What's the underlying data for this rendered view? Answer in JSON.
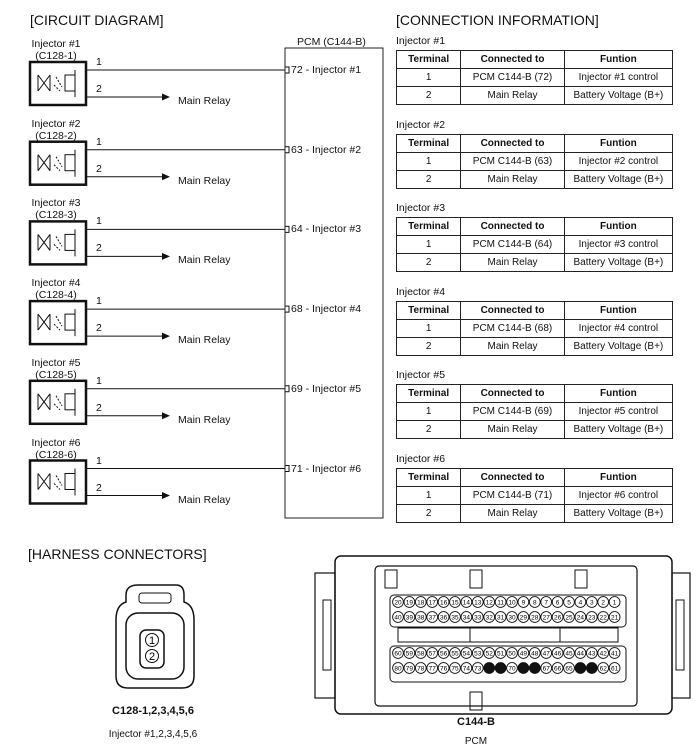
{
  "circuit": {
    "heading": "[CIRCUIT DIAGRAM]",
    "pcm_title": "PCM (C144-B)",
    "injectors": [
      {
        "name": "Injector #1",
        "connector": "(C128-1)",
        "pin1": "1",
        "pin2": "2",
        "relay": "Main Relay",
        "pcm_label": "72 - Injector #1"
      },
      {
        "name": "Injector #2",
        "connector": "(C128-2)",
        "pin1": "1",
        "pin2": "2",
        "relay": "Main Relay",
        "pcm_label": "63 - Injector #2"
      },
      {
        "name": "Injector #3",
        "connector": "(C128-3)",
        "pin1": "1",
        "pin2": "2",
        "relay": "Main Relay",
        "pcm_label": "64 - Injector #3"
      },
      {
        "name": "Injector #4",
        "connector": "(C128-4)",
        "pin1": "1",
        "pin2": "2",
        "relay": "Main Relay",
        "pcm_label": "68 - Injector #4"
      },
      {
        "name": "Injector #5",
        "connector": "(C128-5)",
        "pin1": "1",
        "pin2": "2",
        "relay": "Main Relay",
        "pcm_label": "69 - Injector #5"
      },
      {
        "name": "Injector #6",
        "connector": "(C128-6)",
        "pin1": "1",
        "pin2": "2",
        "relay": "Main Relay",
        "pcm_label": "71 - Injector #6"
      }
    ]
  },
  "connection": {
    "heading": "[CONNECTION INFORMATION]",
    "headers": [
      "Terminal",
      "Connected to",
      "Funtion"
    ],
    "tables": [
      {
        "title": "Injector #1",
        "rows": [
          [
            "1",
            "PCM C144-B (72)",
            "Injector #1 control"
          ],
          [
            "2",
            "Main Relay",
            "Battery Voltage (B+)"
          ]
        ]
      },
      {
        "title": "Injector #2",
        "rows": [
          [
            "1",
            "PCM C144-B (63)",
            "Injector #2 control"
          ],
          [
            "2",
            "Main Relay",
            "Battery Voltage (B+)"
          ]
        ]
      },
      {
        "title": "Injector #3",
        "rows": [
          [
            "1",
            "PCM C144-B (64)",
            "Injector #3 control"
          ],
          [
            "2",
            "Main Relay",
            "Battery Voltage (B+)"
          ]
        ]
      },
      {
        "title": "Injector #4",
        "rows": [
          [
            "1",
            "PCM C144-B (68)",
            "Injector #4 control"
          ],
          [
            "2",
            "Main Relay",
            "Battery Voltage (B+)"
          ]
        ]
      },
      {
        "title": "Injector #5",
        "rows": [
          [
            "1",
            "PCM C144-B (69)",
            "Injector #5 control"
          ],
          [
            "2",
            "Main Relay",
            "Battery Voltage (B+)"
          ]
        ]
      },
      {
        "title": "Injector #6",
        "rows": [
          [
            "1",
            "PCM C144-B (71)",
            "Injector #6 control"
          ],
          [
            "2",
            "Main Relay",
            "Battery Voltage (B+)"
          ]
        ]
      }
    ]
  },
  "harness": {
    "heading": "[HARNESS CONNECTORS]",
    "c128": {
      "pin1": "1",
      "pin2": "2",
      "name": "C128-1,2,3,4,5,6",
      "desc": "Injector #1,2,3,4,5,6"
    },
    "c144": {
      "name": "C144-B",
      "desc": "PCM",
      "row1": [
        "20",
        "19",
        "18",
        "17",
        "16",
        "15",
        "14",
        "13",
        "12",
        "11",
        "10",
        "9",
        "8",
        "7",
        "6",
        "5",
        "4",
        "3",
        "2",
        "1"
      ],
      "row2": [
        "40",
        "39",
        "38",
        "37",
        "36",
        "35",
        "34",
        "33",
        "32",
        "31",
        "30",
        "29",
        "28",
        "27",
        "26",
        "25",
        "24",
        "23",
        "22",
        "21"
      ],
      "row3": [
        "60",
        "59",
        "58",
        "57",
        "56",
        "55",
        "54",
        "53",
        "52",
        "51",
        "50",
        "49",
        "48",
        "47",
        "46",
        "45",
        "44",
        "43",
        "42",
        "41"
      ],
      "row4": [
        "80",
        "79",
        "78",
        "77",
        "76",
        "75",
        "74",
        "73",
        "",
        "",
        "70",
        "",
        "",
        "67",
        "66",
        "65",
        "",
        "",
        "62",
        "61"
      ]
    }
  }
}
